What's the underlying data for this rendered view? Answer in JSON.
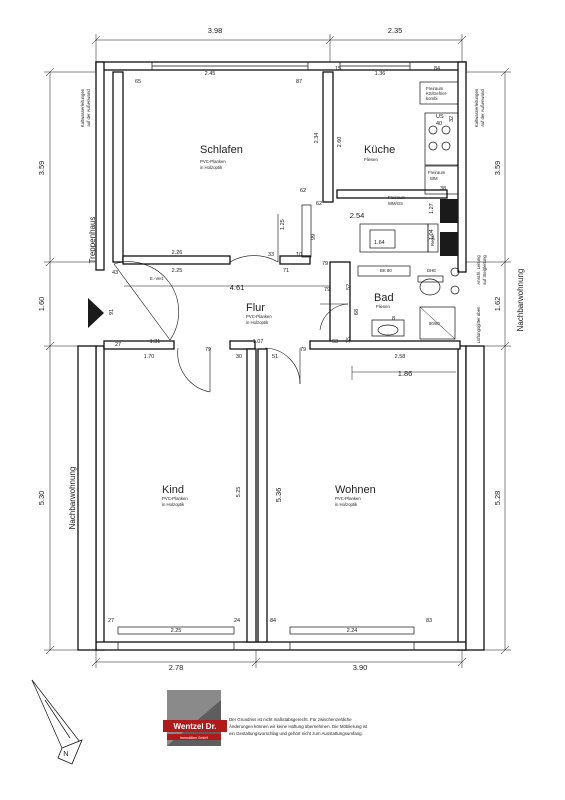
{
  "rooms": {
    "schlafen": {
      "name": "Schlafen",
      "floor_line1": "PVC-Planken",
      "floor_line2": "in Holzoptik"
    },
    "kueche": {
      "name": "Küche",
      "floor_line1": "Fliesen"
    },
    "flur": {
      "name": "Flur",
      "floor_line1": "PVC-Planken",
      "floor_line2": "in Holzoptik"
    },
    "bad": {
      "name": "Bad",
      "floor_line1": "Fliesen"
    },
    "kind": {
      "name": "Kind",
      "floor_line1": "PVC-Planken",
      "floor_line2": "in Holzoptik"
    },
    "wohnen": {
      "name": "Wohnen",
      "floor_line1": "PVC-Planken",
      "floor_line2": "in Holzoptik"
    }
  },
  "outer_dims": {
    "top_left": "3.98",
    "top_right": "2.35",
    "left_upper": "3.59",
    "left_mid": "1.60",
    "left_lower": "5.30",
    "right_upper": "3.59",
    "right_mid": "1.62",
    "right_lower": "5.28",
    "bottom_left": "2.78",
    "bottom_right": "3.90"
  },
  "inner_dims": {
    "schlafen_window": "2.45",
    "schlafen_depth": "2.34",
    "schlafen_bottom": "2.26",
    "kueche_window": "1.36",
    "kueche_depth": "2.60",
    "kueche_width": "2.54",
    "flur_length": "4.61",
    "flur_left": "1.31",
    "flur_right_depth": "68",
    "kind_top": "1.70",
    "kind_depth": "5.25",
    "kind_window": "2.25",
    "wohnen_top": "2.58",
    "wohnen_mid": "1.86",
    "wohnen_depth": "5.36",
    "wohnen_window": "2.24",
    "bad_top": "1.07",
    "wall_225": "2.25"
  },
  "small_dims": [
    "65",
    "87",
    "15",
    "84",
    "62",
    "62",
    "1.25",
    "33",
    "71",
    "10",
    "99",
    "79",
    "79",
    "79",
    "79",
    "52",
    "63",
    "35",
    "43",
    "27",
    "91",
    "30",
    "51",
    "27",
    "24",
    "84",
    "83",
    "40",
    "32",
    "38",
    "1.27",
    "1.04",
    "8"
  ],
  "fixtures": {
    "freiraum_ks": [
      "Freiraum",
      "KS/Gefrier-",
      "kombi"
    ],
    "us": "US",
    "freiraum_wm": [
      "Freiraum",
      "WM"
    ],
    "freiraum_wmgs": [
      "Freiraum",
      "WM/GS"
    ],
    "sink": "1.64",
    "regal": "Regal",
    "bk": "BK 80",
    "dhe": "DHE",
    "shower": "80/80",
    "e_vert": "E.-Vert."
  },
  "side_labels": {
    "treppenhaus": "Treppenhaus",
    "nachbar_left": "Nachbarwohnung",
    "nachbar_right": "Nachbarwohnung",
    "kaltwasser_left": [
      "Kaltwasserleitungen",
      "auf der Außenwand"
    ],
    "kaltwasser_right": [
      "Kaltwasserleitungen",
      "auf der Außenwand"
    ],
    "abstellung": [
      "Anschl. Leitung",
      "auf Steigleitung"
    ],
    "luefter": [
      "Lüftungsgitter oben"
    ]
  },
  "logo": {
    "line1": "Wentzel Dr.",
    "line2": "Immobilien GmbH"
  },
  "disclaimer": [
    "Der Grundriss ist nicht maßstabsgerecht. Für zwischenzeitliche",
    "Änderungen können wir keine Haftung übernehmen. Die Möblierung ist",
    "ein Gestaltungsvorschlag und gehört nicht zum Ausstattungsumfang."
  ],
  "compass": "N"
}
